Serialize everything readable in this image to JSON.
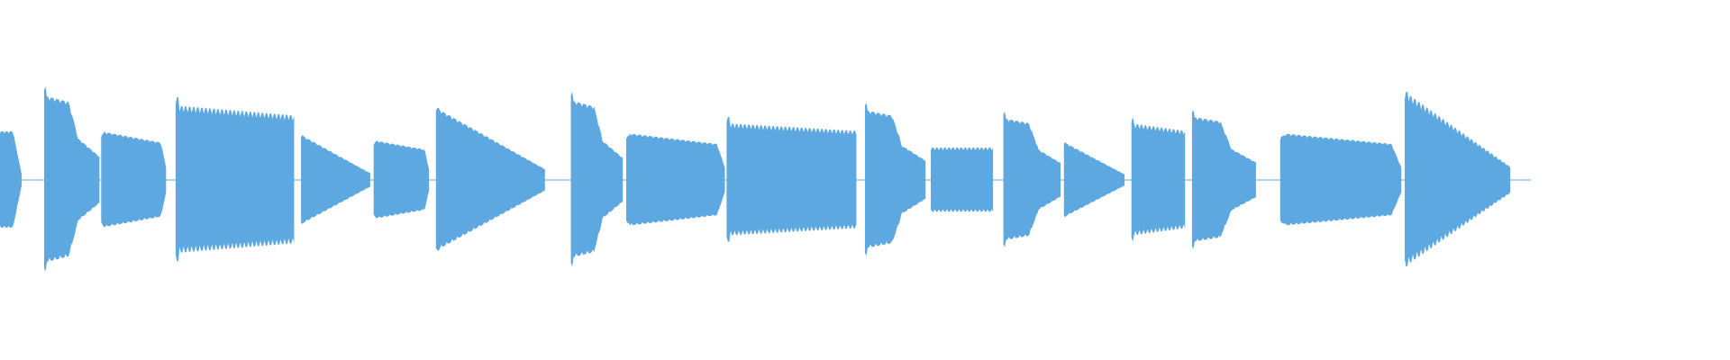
{
  "waveform": {
    "color": "#5DA8E0",
    "duration_fraction_drawn": 0.885,
    "notes": [
      {
        "start": 0.0,
        "end": 0.0125,
        "amp": 0.27,
        "shape": "hold_drop",
        "dense": false
      },
      {
        "start": 0.0255,
        "end": 0.0575,
        "amp": 0.52,
        "shape": "spike_hold",
        "dense": false
      },
      {
        "start": 0.0585,
        "end": 0.096,
        "amp": 0.27,
        "shape": "hold",
        "dense": false
      },
      {
        "start": 0.1015,
        "end": 0.17,
        "amp": 0.46,
        "shape": "hold_flat",
        "dense": true
      },
      {
        "start": 0.174,
        "end": 0.214,
        "amp": 0.25,
        "shape": "decay",
        "dense": false
      },
      {
        "start": 0.216,
        "end": 0.248,
        "amp": 0.22,
        "shape": "hold",
        "dense": false
      },
      {
        "start": 0.252,
        "end": 0.315,
        "amp": 0.4,
        "shape": "decay",
        "dense": false
      },
      {
        "start": 0.33,
        "end": 0.36,
        "amp": 0.49,
        "shape": "spike_hold",
        "dense": false
      },
      {
        "start": 0.362,
        "end": 0.419,
        "amp": 0.26,
        "shape": "hold",
        "dense": false
      },
      {
        "start": 0.42,
        "end": 0.495,
        "amp": 0.35,
        "shape": "hold_flat",
        "dense": true
      },
      {
        "start": 0.5,
        "end": 0.535,
        "amp": 0.43,
        "shape": "spike_hold",
        "dense": false
      },
      {
        "start": 0.538,
        "end": 0.574,
        "amp": 0.18,
        "shape": "flat",
        "dense": true
      },
      {
        "start": 0.58,
        "end": 0.613,
        "amp": 0.38,
        "shape": "spike_hold",
        "dense": false
      },
      {
        "start": 0.615,
        "end": 0.65,
        "amp": 0.21,
        "shape": "decay",
        "dense": false
      },
      {
        "start": 0.654,
        "end": 0.685,
        "amp": 0.35,
        "shape": "hold_flat",
        "dense": true
      },
      {
        "start": 0.689,
        "end": 0.726,
        "amp": 0.39,
        "shape": "spike_hold",
        "dense": false
      },
      {
        "start": 0.74,
        "end": 0.81,
        "amp": 0.26,
        "shape": "hold",
        "dense": false
      },
      {
        "start": 0.812,
        "end": 0.873,
        "amp": 0.49,
        "shape": "decay",
        "dense": true
      }
    ]
  }
}
